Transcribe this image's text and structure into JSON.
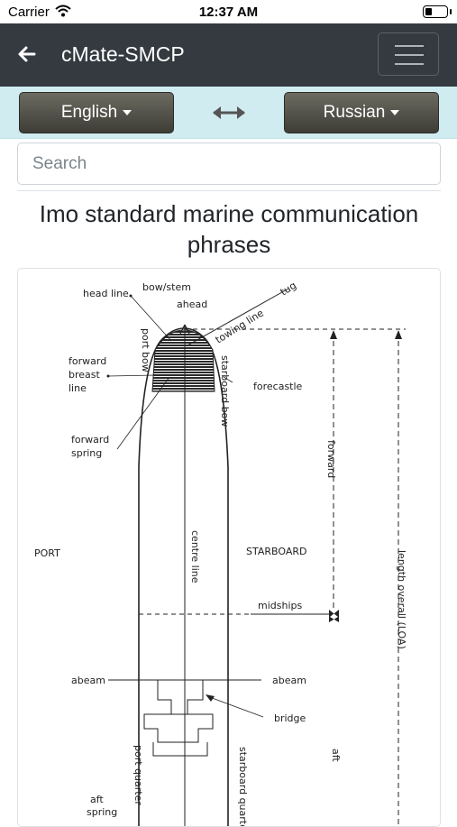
{
  "status_bar": {
    "carrier": "Carrier",
    "time": "12:37 AM"
  },
  "navbar": {
    "title": "cMate-SMCP"
  },
  "language_bar": {
    "source_language": "English",
    "target_language": "Russian"
  },
  "search": {
    "placeholder": "Search"
  },
  "page": {
    "heading": "Imo standard marine communication phrases"
  },
  "figure": {
    "labels": {
      "head_line": "head line",
      "bow_stem": "bow/stem",
      "ahead": "ahead",
      "tug": "tug",
      "towing_line": "towing line",
      "port_bow": "port bow",
      "forward_breast_line_1": "forward",
      "forward_breast_line_2": "breast",
      "forward_breast_line_3": "line",
      "starboard_bow": "starboard bow",
      "forecastle": "forecastle",
      "forward_spring_1": "forward",
      "forward_spring_2": "spring",
      "forward": "forward",
      "port": "PORT",
      "centre_line": "centre line",
      "starboard": "STARBOARD",
      "length_overall": "length overall (LOA)",
      "midships": "midships",
      "abeam_left": "abeam",
      "abeam_right": "abeam",
      "bridge": "bridge",
      "port_quarter": "port quarter",
      "starboard_quarter": "starboard quarter",
      "aft": "aft",
      "aft_spring_1": "aft",
      "aft_spring_2": "spring"
    }
  }
}
